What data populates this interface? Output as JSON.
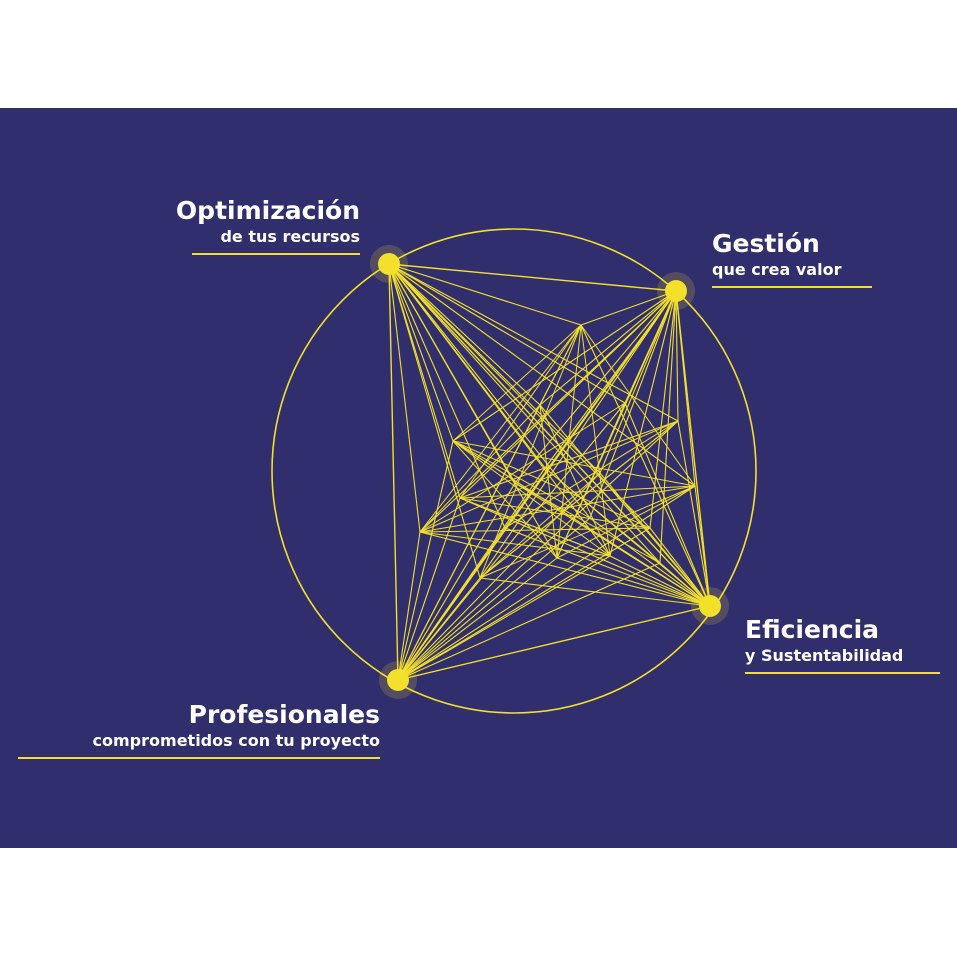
{
  "colors": {
    "background": "#312e6e",
    "accent": "#f2e02b",
    "text": "#ffffff",
    "page": "#ffffff"
  },
  "pillars": [
    {
      "title": "Optimización",
      "subtitle": "de tus recursos"
    },
    {
      "title": "Gestión",
      "subtitle": "que crea valor"
    },
    {
      "title": "Eficiencia",
      "subtitle": "y Sustentabilidad"
    },
    {
      "title": "Profesionales",
      "subtitle": "comprometidos con tu proyecto"
    }
  ]
}
